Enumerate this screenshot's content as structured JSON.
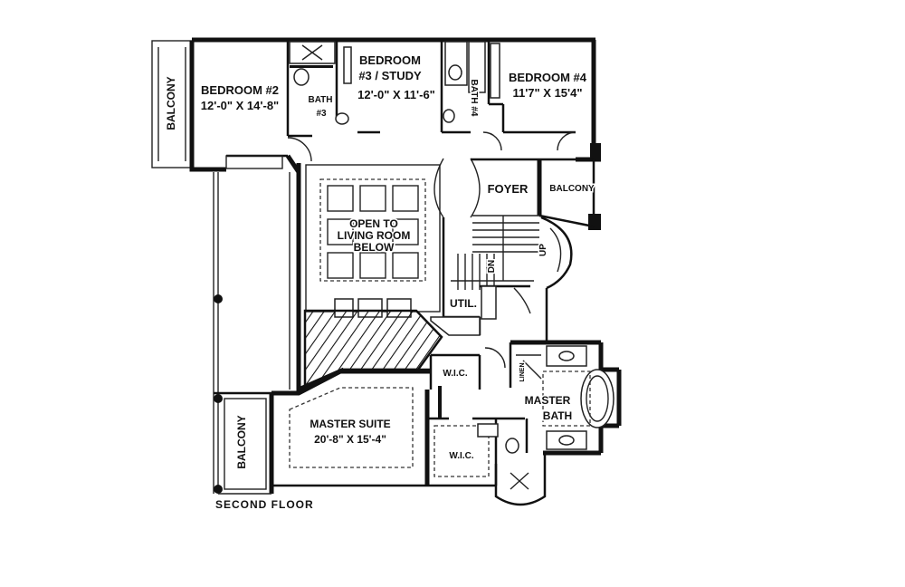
{
  "rooms": {
    "balcony_left": "BALCONY",
    "bedroom2_name": "BEDROOM #2",
    "bedroom2_dims": "12'-0\" X 14'-8\"",
    "bath3_line1": "BATH",
    "bath3_line2": "#3",
    "bedroom3_line1": "BEDROOM",
    "bedroom3_line2": "#3 / STUDY",
    "bedroom3_dims": "12'-0\" X 11'-6\"",
    "bath4": "BATH #4",
    "bedroom4_name": "BEDROOM #4",
    "bedroom4_dims": "11'7\" X 15'4\"",
    "foyer": "FOYER",
    "balcony_right": "BALCONY",
    "open_line1": "OPEN TO",
    "open_line2": "LIVING ROOM",
    "open_line3": "BELOW",
    "util": "UTIL.",
    "wic_upper": "W.I.C.",
    "wic_lower": "W.I.C.",
    "linen": "LINEN",
    "master_bath_line1": "MASTER",
    "master_bath_line2": "BATH",
    "master_suite_name": "MASTER SUITE",
    "master_suite_dims": "20'-8\" X 15'-4\"",
    "balcony_lower": "BALCONY",
    "stair_up": "UP",
    "stair_dn": "DN"
  },
  "floor_label": "SECOND FLOOR"
}
